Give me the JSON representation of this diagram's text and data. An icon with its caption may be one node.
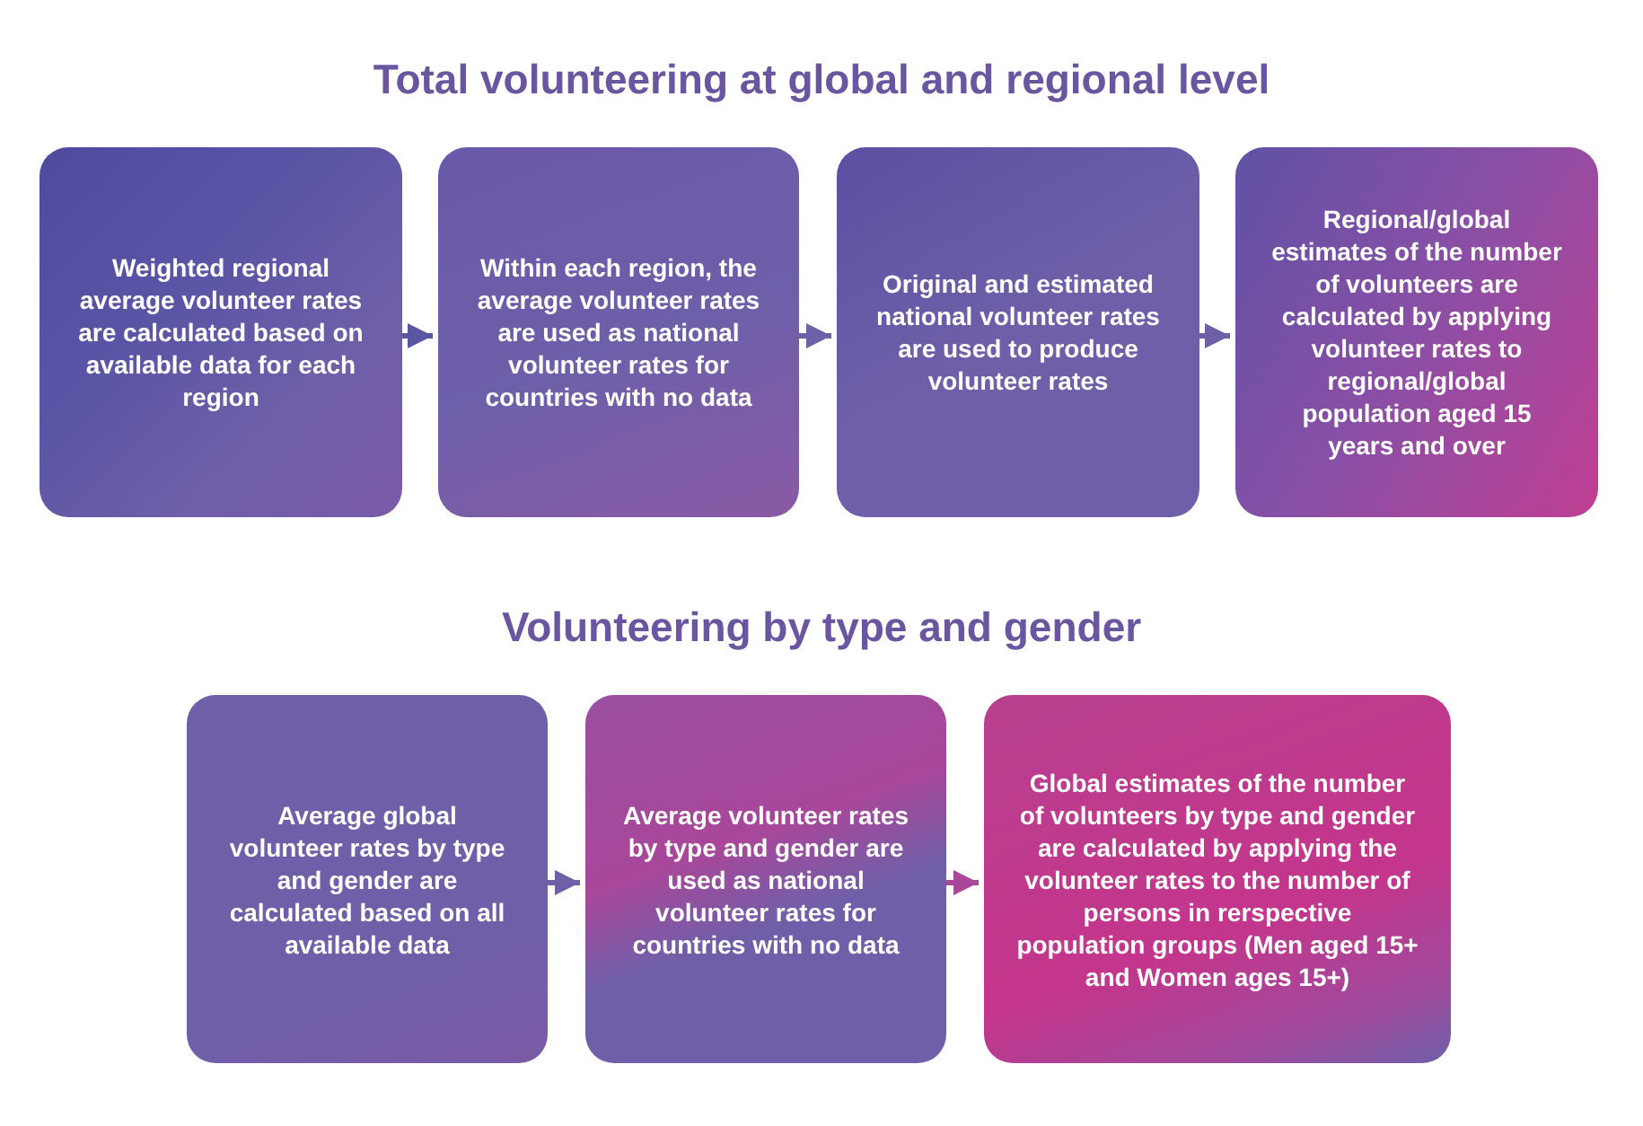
{
  "diagram": {
    "title": "Total volunteering at global and regional level",
    "nodes": [
      {
        "text": [
          "Weighted regional average volunteer rates are calculated based on available data for each region"
        ]
      },
      {
        "text": [
          "Within each region, the average volunteer rates are used as national volunteer rates for countries with no data"
        ]
      },
      {
        "text": [
          "Original and estimated national volunteer rates are used to produce volunteer rates"
        ]
      },
      {
        "text": [
          "Regional/global estimates of the number of volunteers are calculated by applying volunteer rates to regional/global population aged 15 years and over"
        ]
      },
      {
        "text": [
          "Average global volunteer rates by type and gender are calculated based on all available data"
        ]
      },
      {
        "text": [
          "Average volunteer rates by type and gender are used as national volunteer rates for countries with no data"
        ]
      },
      {
        "text": [
          "Global estimates of the number of volunteers by type and gender are calculated by applying the volunteer rates to the number of persons in rerspective population groups (Men aged 15+ and Women ages 15+)"
        ]
      }
    ],
    "edges": [
      {
        "from": 0,
        "to": 1,
        "arrow": "to"
      },
      {
        "from": 1,
        "to": 2,
        "arrow": "to"
      },
      {
        "from": 2,
        "to": 3,
        "arrow": "to"
      },
      {
        "from": 4,
        "to": 5,
        "arrow": "to"
      },
      {
        "from": 5,
        "to": 6,
        "arrow": "to"
      }
    ],
    "labels": [
      "Volunteering by type and gender"
    ]
  }
}
